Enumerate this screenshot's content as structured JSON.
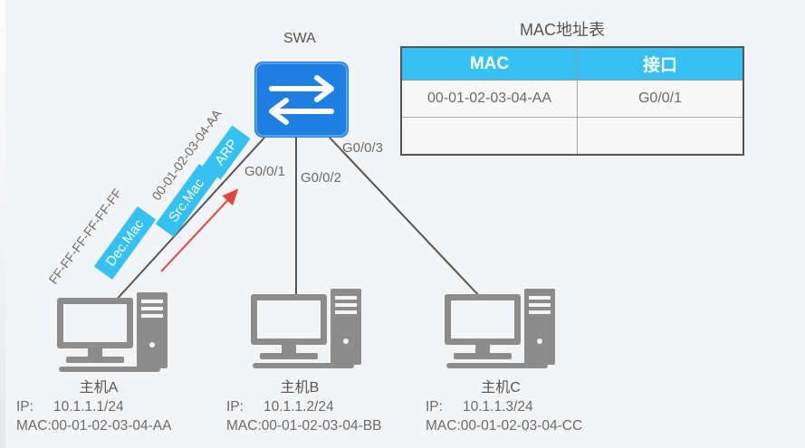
{
  "switch": {
    "name": "SWA",
    "ports": [
      "G0/0/1",
      "G0/0/2",
      "G0/0/3"
    ]
  },
  "frame": {
    "fields": [
      "Dec.Mac",
      "Src.Mac",
      "ARP"
    ],
    "dst_mac": "FF-FF-FF-FF-FF-FF",
    "src_mac": "00-01-02-03-04-AA"
  },
  "hosts": [
    {
      "name": "主机A",
      "ip_label": "IP:",
      "ip": "10.1.1.1/24",
      "mac_label": "MAC:",
      "mac": "00-01-02-03-04-AA"
    },
    {
      "name": "主机B",
      "ip_label": "IP:",
      "ip": "10.1.1.2/24",
      "mac_label": "MAC:",
      "mac": "00-01-02-03-04-BB"
    },
    {
      "name": "主机C",
      "ip_label": "IP:",
      "ip": "10.1.1.3/24",
      "mac_label": "MAC:",
      "mac": "00-01-02-03-04-CC"
    }
  ],
  "mac_table": {
    "title": "MAC地址表",
    "headers": [
      "MAC",
      "接口"
    ],
    "rows": [
      [
        "00-01-02-03-04-AA",
        "G0/0/1"
      ],
      [
        "",
        ""
      ]
    ]
  },
  "colors": {
    "switch_blue": "#1e7fe0",
    "tag_cyan": "#35c1f1",
    "arrow_red": "#e0463e",
    "host_gray": "#8c8c8c"
  }
}
